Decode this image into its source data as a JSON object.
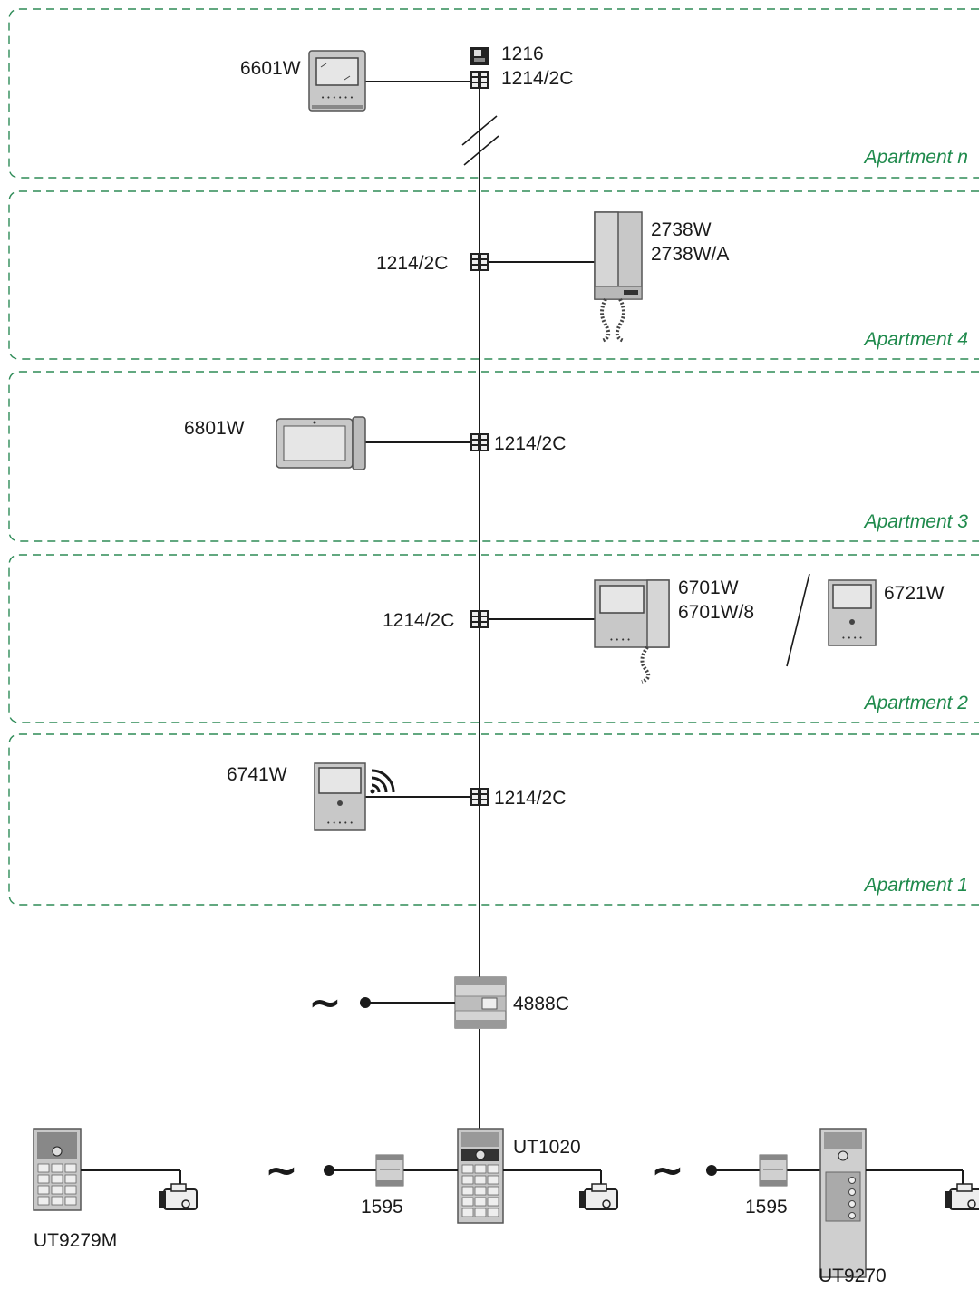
{
  "apartments": [
    {
      "label": "Apartment n"
    },
    {
      "label": "Apartment 4"
    },
    {
      "label": "Apartment 3"
    },
    {
      "label": "Apartment 2"
    },
    {
      "label": "Apartment 1"
    }
  ],
  "labels": {
    "intercom_6601w": "6601W",
    "module_1216": "1216",
    "distributor_top": "1214/2C",
    "handset_2738w": "2738W",
    "handset_2738wa": "2738W/A",
    "distributor_apt4": "1214/2C",
    "monitor_6801w": "6801W",
    "distributor_apt3": "1214/2C",
    "monitor_6701w": "6701W",
    "monitor_6701w8": "6701W/8",
    "monitor_6721w": "6721W",
    "distributor_apt2": "1214/2C",
    "monitor_6741w": "6741W",
    "distributor_apt1": "1214/2C",
    "power_4888c": "4888C",
    "panel_ut1020": "UT1020",
    "panel_ut9279m": "UT9279M",
    "panel_ut9270": "UT9270",
    "supply_1595_left": "1595",
    "supply_1595_right": "1595"
  },
  "symbols": {
    "ac_mains": "~"
  },
  "colors": {
    "zone_border": "#2e8b57",
    "apartment_label": "#1f8a4c",
    "device_body": "#c8c8c8",
    "wire": "#1a1a1a"
  }
}
